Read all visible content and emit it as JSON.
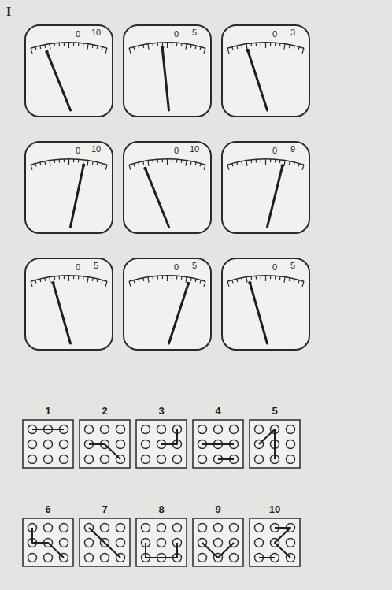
{
  "diagram": {
    "nodes": [
      {
        "text": [
          "0",
          "10"
        ]
      },
      {
        "text": [
          "0",
          "5"
        ]
      },
      {
        "text": [
          "0",
          "3"
        ]
      },
      {
        "text": [
          "0",
          "10"
        ]
      },
      {
        "text": [
          "0",
          "10"
        ]
      },
      {
        "text": [
          "0",
          "9"
        ]
      },
      {
        "text": [
          "0",
          "5"
        ]
      },
      {
        "text": [
          "0",
          "5"
        ]
      },
      {
        "text": [
          "0",
          "5"
        ]
      },
      {
        "text": [
          "1"
        ]
      },
      {
        "text": [
          "2"
        ]
      },
      {
        "text": [
          "3"
        ]
      },
      {
        "text": [
          "4"
        ]
      },
      {
        "text": [
          "5"
        ]
      },
      {
        "text": [
          "6"
        ]
      },
      {
        "text": [
          "7"
        ]
      },
      {
        "text": [
          "8"
        ]
      },
      {
        "text": [
          "9"
        ]
      },
      {
        "text": [
          "10"
        ]
      }
    ],
    "labels": [
      "I"
    ]
  }
}
